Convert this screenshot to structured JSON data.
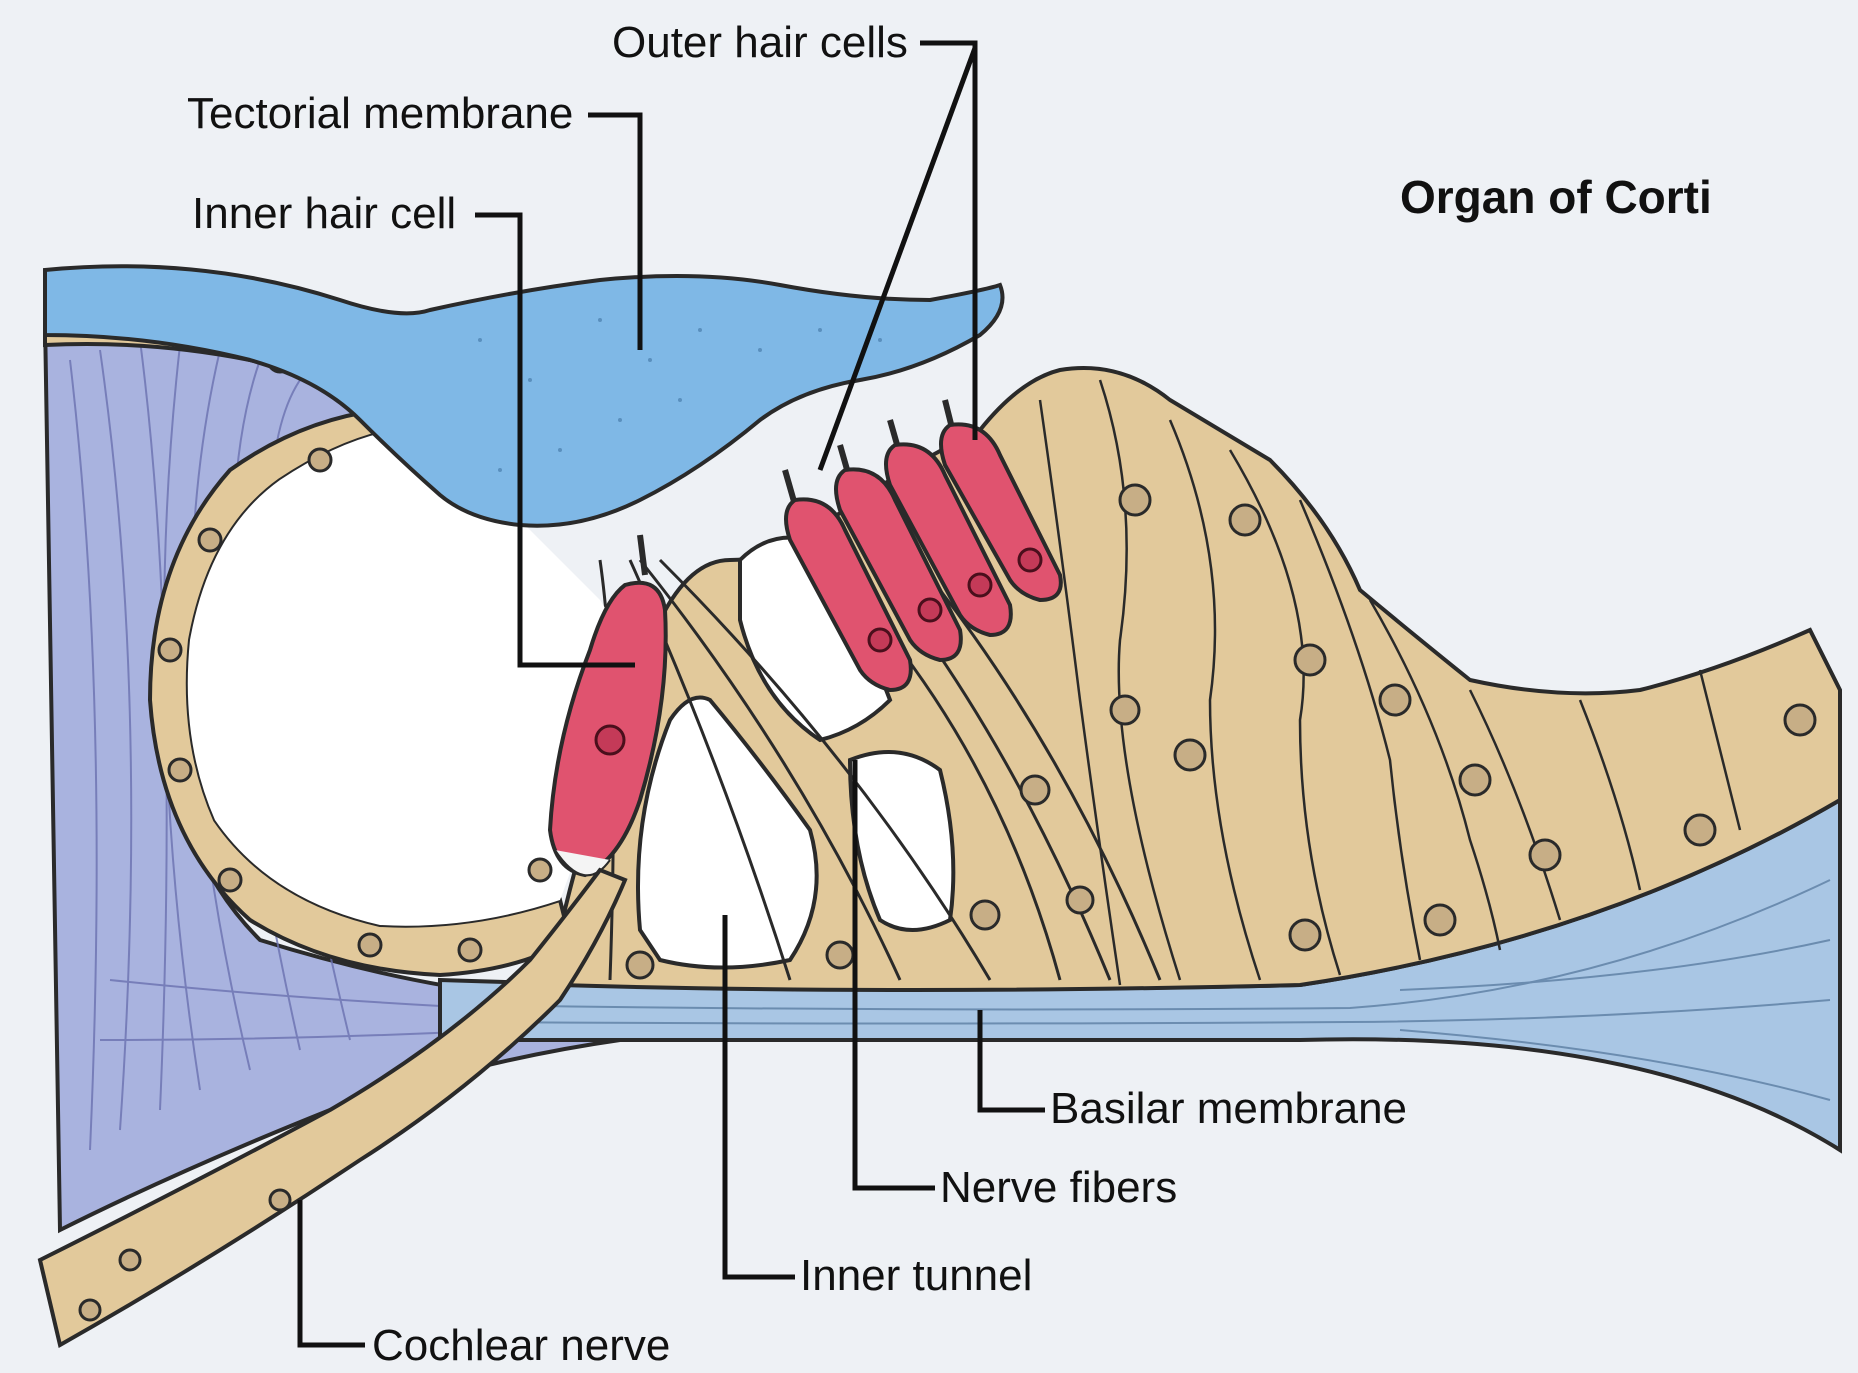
{
  "title": "Organ of Corti",
  "labels": {
    "outer_hair_cells": "Outer hair cells",
    "tectorial_membrane": "Tectorial membrane",
    "inner_hair_cell": "Inner hair cell",
    "basilar_membrane": "Basilar membrane",
    "nerve_fibers": "Nerve fibers",
    "inner_tunnel": "Inner tunnel",
    "cochlear_nerve": "Cochlear nerve"
  },
  "colors": {
    "background": "#eef1f5",
    "tectorial_membrane": "#7fb8e6",
    "hair_cells": "#e0536f",
    "supporting_cells": "#e2c99b",
    "limbus": "#a9b3df",
    "basilar_membrane": "#a9c6e4",
    "leader_lines": "#111111"
  }
}
